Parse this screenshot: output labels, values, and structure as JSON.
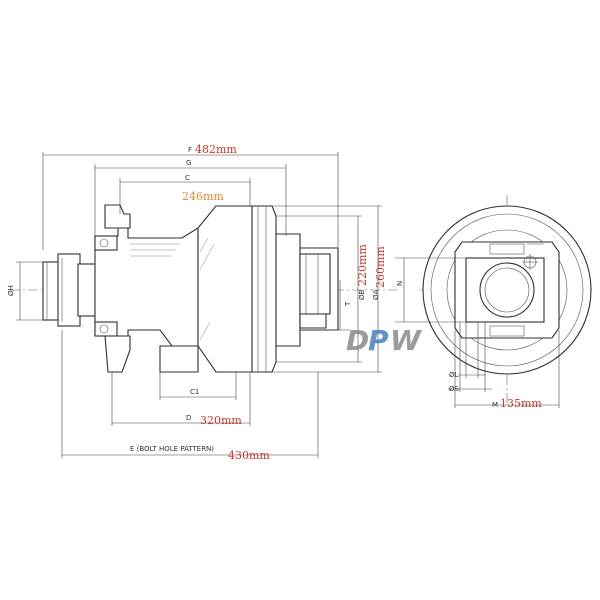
{
  "labels": {
    "F": "F",
    "G": "G",
    "C": "C",
    "H": "ØH",
    "B": "ØB",
    "A": "ØA",
    "T": "T",
    "N": "N",
    "C1": "C1",
    "D": "D",
    "E": "E (BOLT HOLE PATTERN)",
    "L": "ØL",
    "S": "ØS",
    "M": "M"
  },
  "values": {
    "F": "482mm",
    "C": "246mm",
    "B": "220mm",
    "A": "260mm",
    "D": "320mm",
    "E": "430mm",
    "M": "135mm"
  },
  "colors": {
    "value_red": "#c0392b",
    "value_orange": "#e08a3a",
    "line": "#3a3a3a",
    "logo_grey": "#7a7a7a",
    "logo_blue": "#2d6fb5"
  },
  "logo": {
    "text_left": "D",
    "text_mid": "P",
    "text_right": "W"
  }
}
